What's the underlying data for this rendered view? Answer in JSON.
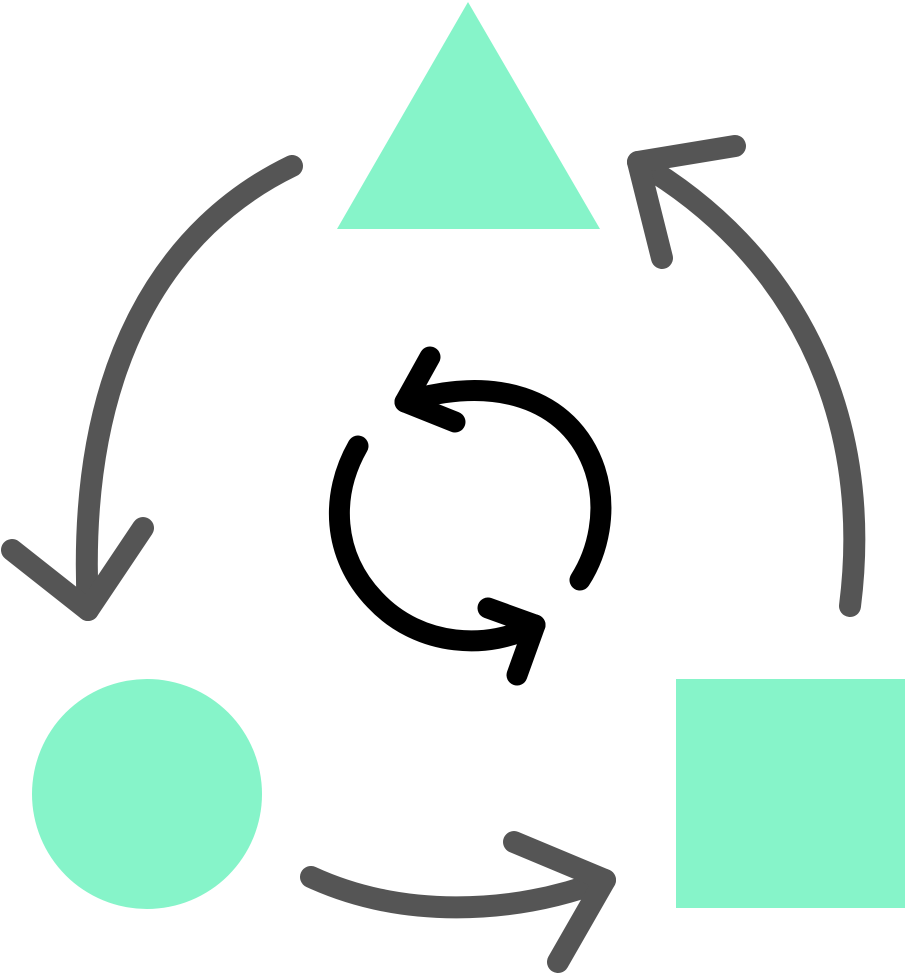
{
  "diagram": {
    "kind": "shape-transformation-cycle",
    "colors": {
      "shape_fill": "#86f4c9",
      "outer_arrow": "#555555",
      "inner_arrow": "#000000",
      "background": "#ffffff"
    },
    "shapes": [
      {
        "id": "triangle",
        "icon": "triangle-icon",
        "color": "#86f4c9"
      },
      {
        "id": "square",
        "icon": "square-icon",
        "color": "#86f4c9"
      },
      {
        "id": "circle",
        "icon": "circle-icon",
        "color": "#86f4c9"
      }
    ],
    "outer_arrows": [
      {
        "from": "triangle",
        "to": "circle",
        "icon": "curved-arrow-icon"
      },
      {
        "from": "circle",
        "to": "square",
        "icon": "curved-arrow-icon"
      },
      {
        "from": "square",
        "to": "triangle",
        "icon": "curved-arrow-icon"
      }
    ],
    "center_icon": "refresh-cycle-icon"
  }
}
